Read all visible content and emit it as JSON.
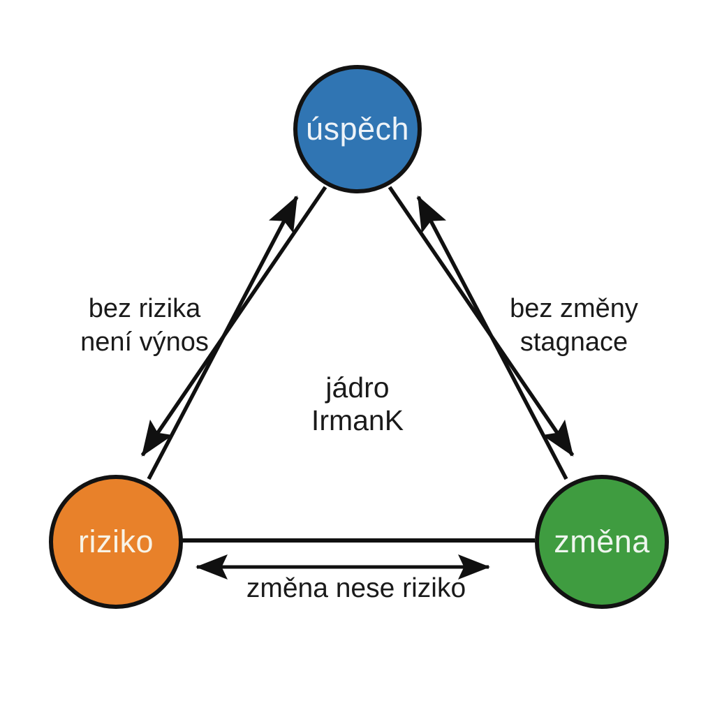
{
  "diagram": {
    "background_color": "#ffffff",
    "line_color": "#101010",
    "label_text_color": "#1a1a1a",
    "nodes": [
      {
        "id": "uspech",
        "label": "úspěch",
        "color": "#3075b3",
        "text_color": "#edf3f8"
      },
      {
        "id": "riziko",
        "label": "riziko",
        "color": "#e8812a",
        "text_color": "#f8f3e6"
      },
      {
        "id": "zmena",
        "label": "změna",
        "color": "#3f9c40",
        "text_color": "#eef6ee"
      }
    ],
    "edge_labels": [
      {
        "id": "left-edge",
        "lines": [
          "bez rizika",
          "není výnos"
        ]
      },
      {
        "id": "right-edge",
        "lines": [
          "bez změny",
          "stagnace"
        ]
      },
      {
        "id": "bottom-edge",
        "lines": [
          "změna nese riziko"
        ]
      }
    ],
    "center_label": {
      "lines": [
        "jádro",
        "IrmanK"
      ]
    }
  }
}
